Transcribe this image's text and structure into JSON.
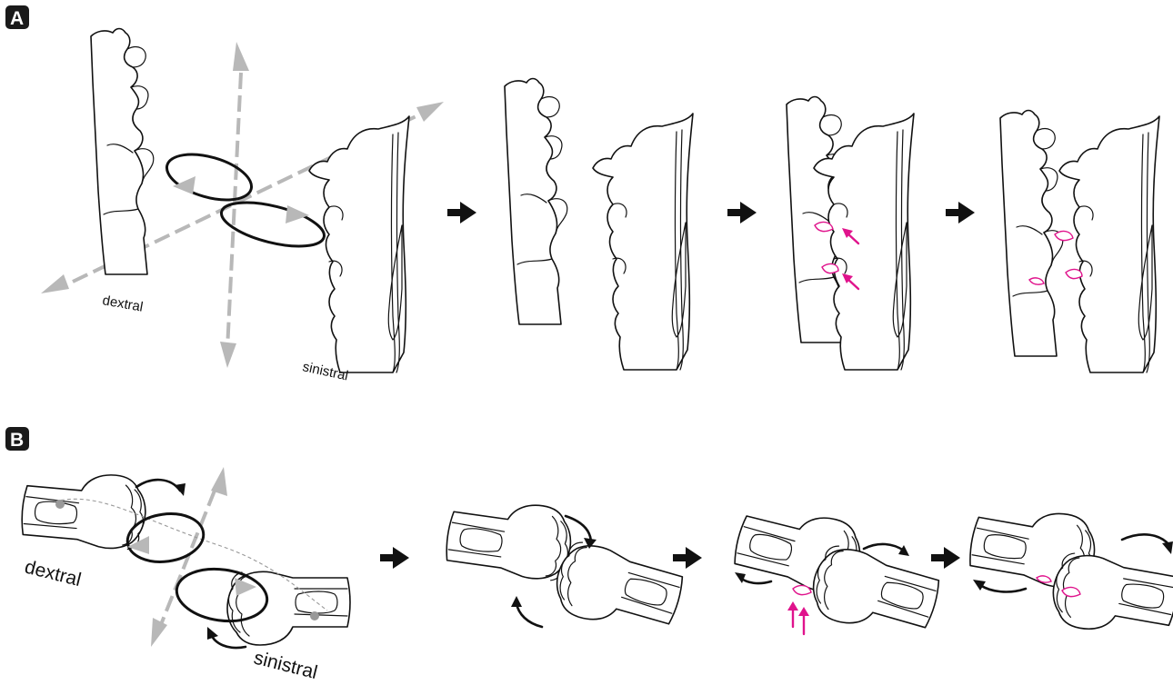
{
  "panels": [
    {
      "label": "A",
      "labels": {
        "left": "dextral",
        "right": "sinistral"
      }
    },
    {
      "label": "B",
      "labels": {
        "left": "dextral",
        "right": "sinistral"
      }
    }
  ],
  "colors": {
    "outline": "#111111",
    "axis_arrows": "#b8b8b8",
    "contact_highlight": "#e0138c",
    "panel_label_box": "#1a1a1a"
  },
  "icons": {
    "step_arrow": "right-arrow",
    "contact_marker": "magenta-arrow",
    "rotation": "curved-arrow"
  }
}
